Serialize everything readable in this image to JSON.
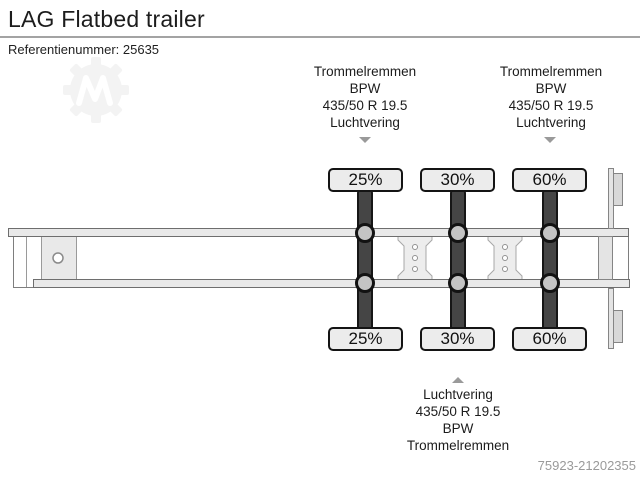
{
  "header": {
    "title": "LAG Flatbed trailer",
    "reference": "Referentienummer: 25635"
  },
  "axle_specs": {
    "top_left": {
      "lines": [
        "Trommelremmen",
        "BPW",
        "435/50 R 19.5",
        "Luchtvering"
      ]
    },
    "top_right": {
      "lines": [
        "Trommelremmen",
        "BPW",
        "435/50 R 19.5",
        "Luchtvering"
      ]
    },
    "bottom": {
      "lines": [
        "Luchtvering",
        "435/50 R 19.5",
        "BPW",
        "Trommelremmen"
      ]
    }
  },
  "tyre_percentages": {
    "top": [
      "25%",
      "30%",
      "60%"
    ],
    "bottom": [
      "25%",
      "30%",
      "60%"
    ]
  },
  "footer": {
    "listing_id": "75923-21202355"
  },
  "icons": {
    "watermark": "gear-m-logo",
    "spec_pointer_top": "triangle-down",
    "spec_pointer_bottom": "triangle-up"
  },
  "colors": {
    "axle_bar": "#454545",
    "hub_fill": "#c4c4c4",
    "percent_label_fill": "#ececec",
    "chassis_fill": "#e9e9e9",
    "watermark": "#f3f3f3",
    "listing_id_text": "#9a9a9a",
    "divider": "#a3a3a3"
  }
}
